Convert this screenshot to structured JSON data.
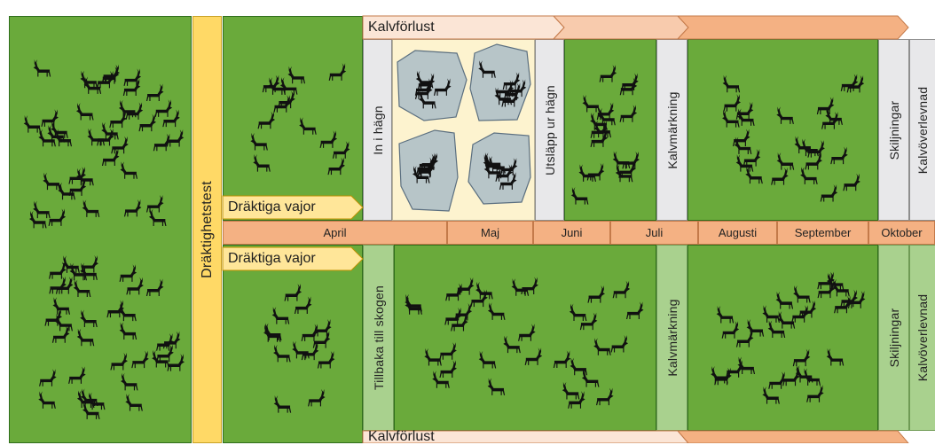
{
  "colors": {
    "field": "#6aaa3b",
    "pen": "#fdf3cf",
    "months": "#f4b183",
    "loss_light": "#fbe5d6",
    "loss_dark": "#f4b183",
    "flag": "#ffe699",
    "yellow_strip": "#ffd966"
  },
  "top_track": {
    "loss_label": "Kalvförlust",
    "pregnant_label": "Dräktiga vajor",
    "in_pen_label": "In i hägn",
    "release_label": "Utsläpp ur hägn",
    "marking_label": "Kalvmärkning",
    "separation_label": "Skiljningar",
    "transfer_label": "Kalvöverlevnad"
  },
  "bottom_track": {
    "loss_label": "Kalvförlust",
    "pregnant_label": "Dräktiga vajor",
    "back_label": "Tillbaka till skogen",
    "marking_label": "Kalvmärkning",
    "separation_label": "Skiljningar",
    "transfer_label": "Kalvöverlevnad"
  },
  "test_label": "Dräktighetstest",
  "months": [
    "April",
    "Maj",
    "Juni",
    "Juli",
    "Augusti",
    "September",
    "Oktober"
  ],
  "icons": {
    "reindeer": "reindeer-icon",
    "pen": "pen-enclosure-icon"
  }
}
